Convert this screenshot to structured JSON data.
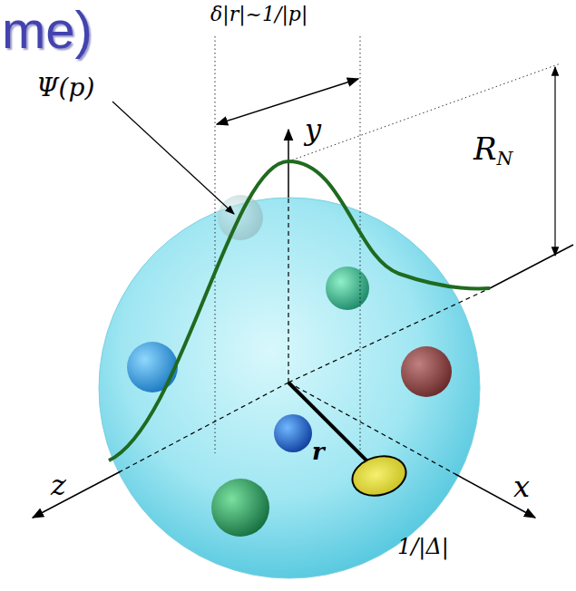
{
  "diagram": {
    "title": "me)",
    "labels": [
      "δ|r|~1/|p|",
      "Ψ(p)",
      "RN",
      "y",
      "z",
      "x",
      "r",
      "1/|Δ|"
    ]
  }
}
